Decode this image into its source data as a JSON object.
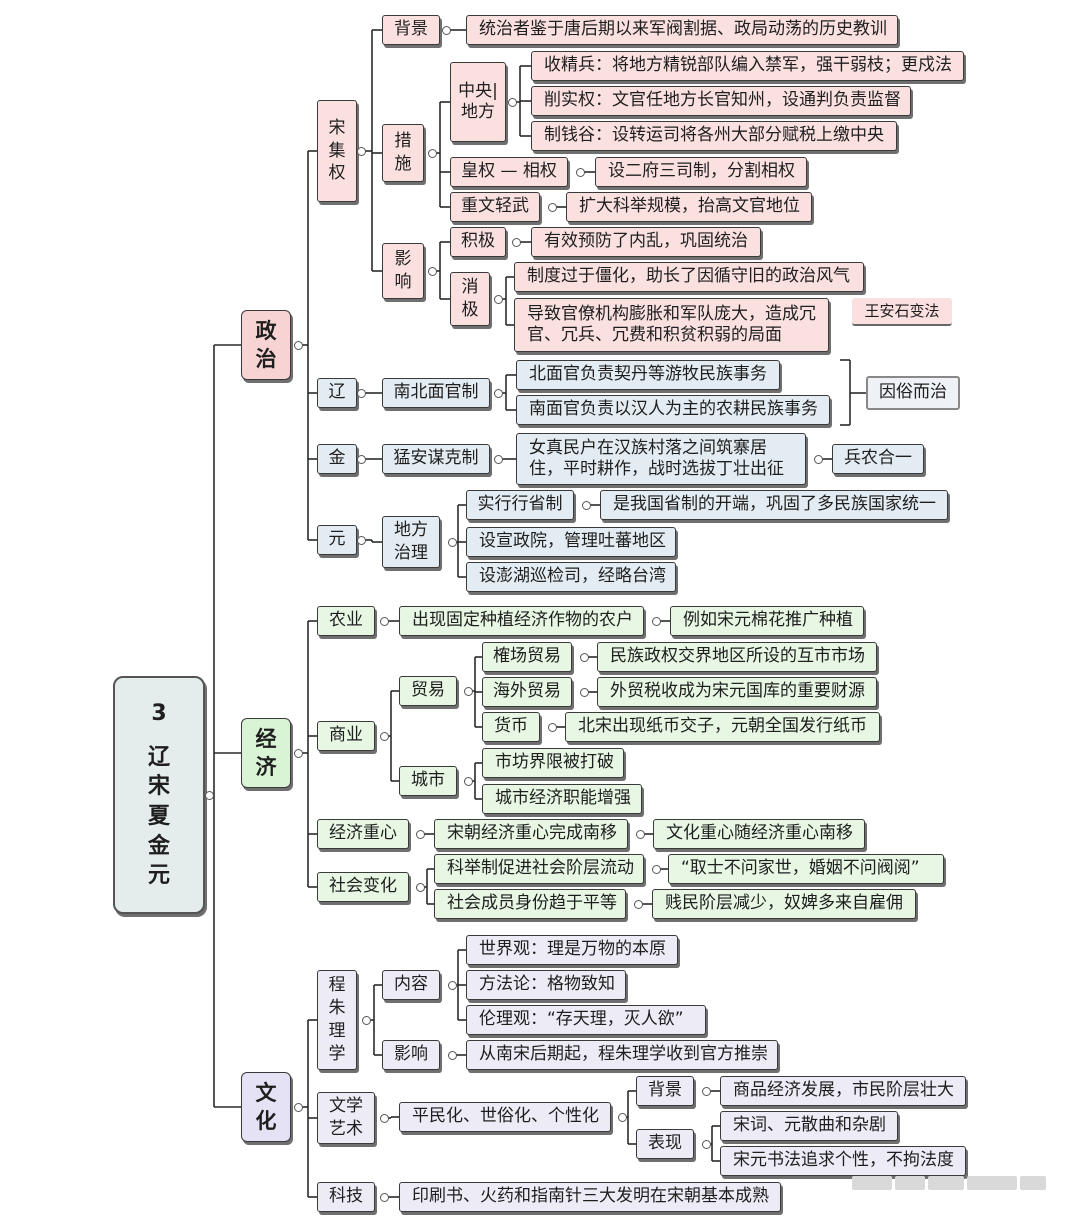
{
  "root": {
    "number": "3",
    "title": "辽宋夏金元"
  },
  "categories": {
    "politics": "政治",
    "economy": "经济",
    "culture": "文化"
  },
  "politics": {
    "song": {
      "label": "宋集权",
      "background": {
        "label": "背景",
        "text": "统治者鉴于唐后期以来军阀割据、政局动荡的历史教训"
      },
      "measures": {
        "label": "措施",
        "central_local": {
          "label": "中央|地方",
          "items": [
            "收精兵：将地方精锐部队编入禁军，强干弱枝；更戍法",
            "削实权：文官任地方长官知州，设通判负责监督",
            "制钱谷：设转运司将各州大部分赋税上缴中央"
          ]
        },
        "emperor_chancellor": {
          "label": "皇权 — 相权",
          "text": "设二府三司制，分割相权"
        },
        "civil_over_military": {
          "label": "重文轻武",
          "text": "扩大科举规模，抬高文官地位"
        }
      },
      "impact": {
        "label": "影响",
        "positive": {
          "label": "积极",
          "text": "有效预防了内乱，巩固统治"
        },
        "negative": {
          "label": "消极",
          "items": [
            "制度过于僵化，助长了因循守旧的政治风气",
            "导致官僚机构膨胀和军队庞大，造成冗官、冗兵、冗费和积贫积弱的局面"
          ],
          "note": "王安石变法"
        }
      }
    },
    "liao": {
      "label": "辽",
      "system": "南北面官制",
      "items": [
        "北面官负责契丹等游牧民族事务",
        "南面官负责以汉人为主的农耕民族事务"
      ],
      "summary": "因俗而治"
    },
    "jin": {
      "label": "金",
      "system": "猛安谋克制",
      "text": "女真民户在汉族村落之间筑寨居住，平时耕作，战时选拔丁壮出征",
      "summary": "兵农合一"
    },
    "yuan": {
      "label": "元",
      "group": "地方治理",
      "province": "实行行省制",
      "province_note": "是我国省制的开端，巩固了多民族国家统一",
      "items": [
        "设宣政院，管理吐蕃地区",
        "设澎湖巡检司，经略台湾"
      ]
    }
  },
  "economy": {
    "agriculture": {
      "label": "农业",
      "text": "出现固定种植经济作物的农户",
      "note": "例如宋元棉花推广种植"
    },
    "commerce": {
      "label": "商业",
      "trade": {
        "label": "贸易",
        "items": [
          {
            "label": "榷场贸易",
            "text": "民族政权交界地区所设的互市市场"
          },
          {
            "label": "海外贸易",
            "text": "外贸税收成为宋元国库的重要财源"
          },
          {
            "label": "货币",
            "text": "北宋出现纸币交子，元朝全国发行纸币"
          }
        ]
      },
      "city": {
        "label": "城市",
        "items": [
          "市坊界限被打破",
          "城市经济职能增强"
        ]
      }
    },
    "center": {
      "label": "经济重心",
      "text": "宋朝经济重心完成南移",
      "note": "文化重心随经济重心南移"
    },
    "social": {
      "label": "社会变化",
      "items": [
        {
          "text": "科举制促进社会阶层流动",
          "note": "“取士不问家世，婚姻不问阀阅”"
        },
        {
          "text": "社会成员身份趋于平等",
          "note": "贱民阶层减少，奴婢多来自雇佣"
        }
      ]
    }
  },
  "culture": {
    "neo": {
      "label": "程朱理学",
      "content": {
        "label": "内容",
        "items": [
          "世界观：理是万物的本原",
          "方法论：格物致知",
          "伦理观：“存天理，灭人欲”"
        ]
      },
      "impact": {
        "label": "影响",
        "text": "从南宋后期起，程朱理学收到官方推崇"
      }
    },
    "lit": {
      "label": "文学艺术",
      "trait": "平民化、世俗化、个性化",
      "background": {
        "label": "背景",
        "text": "商品经济发展，市民阶层壮大"
      },
      "show": {
        "label": "表现",
        "items": [
          "宋词、元散曲和杂剧",
          "宋元书法追求个性，不拘法度"
        ]
      }
    },
    "tech": {
      "label": "科技",
      "text": "印刷书、火药和指南针三大发明在宋朝基本成熟"
    }
  }
}
